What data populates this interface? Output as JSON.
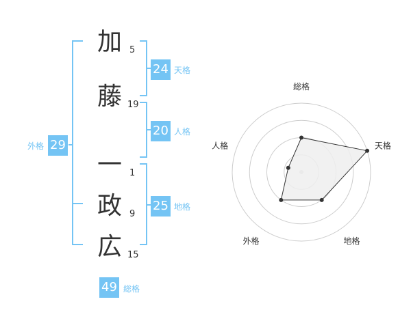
{
  "name": {
    "characters": [
      {
        "char": "加",
        "strokes": "5"
      },
      {
        "char": "藤",
        "strokes": "19"
      },
      {
        "char": "一",
        "strokes": "1"
      },
      {
        "char": "政",
        "strokes": "9"
      },
      {
        "char": "広",
        "strokes": "15"
      }
    ]
  },
  "fortunes": {
    "tenkaku": {
      "value": "24",
      "label": "天格"
    },
    "jinkaku": {
      "value": "20",
      "label": "人格"
    },
    "chikaku": {
      "value": "25",
      "label": "地格"
    },
    "gaikaku": {
      "value": "29",
      "label": "外格"
    },
    "soukaku": {
      "value": "49",
      "label": "総格"
    }
  },
  "colors": {
    "accent": "#74c4f4",
    "text": "#333333",
    "ring": "#cccccc",
    "radar_fill": "#eeeeee",
    "radar_stroke": "#333333"
  },
  "chart_data": {
    "type": "radar",
    "axes": [
      "総格",
      "天格",
      "地格",
      "外格",
      "人格"
    ],
    "values": [
      0.5,
      1.0,
      0.5,
      0.5,
      0.2
    ],
    "rings": 4,
    "range": [
      0,
      1
    ]
  }
}
